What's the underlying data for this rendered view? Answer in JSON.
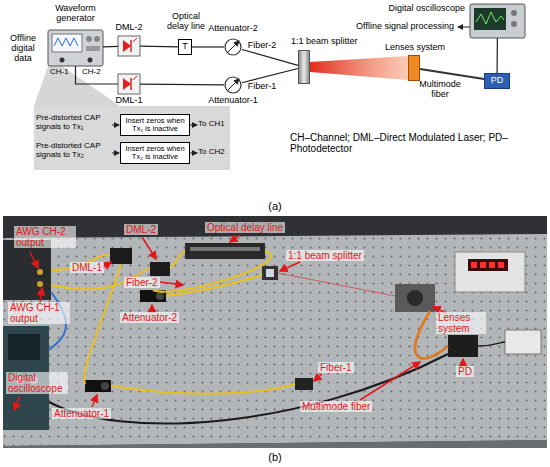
{
  "diagram": {
    "nodes": [
      {
        "text": [
          "Waveform generator"
        ]
      },
      {
        "text": [
          "DML-2"
        ]
      },
      {
        "text": [
          "DML-1"
        ]
      },
      {
        "text": [
          "Optical delay line",
          "T"
        ]
      },
      {
        "text": [
          "Attenuator-2"
        ]
      },
      {
        "text": [
          "Attenuator-1"
        ]
      },
      {
        "text": [
          "1:1 beam splitter"
        ]
      },
      {
        "text": [
          "Lenses system"
        ]
      },
      {
        "text": [
          "PD"
        ]
      },
      {
        "text": [
          "Digital oscilloscope"
        ]
      },
      {
        "text": [
          "Insert zeros when Tx₁ is inactive"
        ]
      },
      {
        "text": [
          "Insert zeros when Tx₂ is inactive"
        ]
      }
    ],
    "edges": [
      {
        "from": 0,
        "to": 1,
        "arrow": "none"
      },
      {
        "from": 0,
        "to": 2,
        "arrow": "none"
      },
      {
        "from": 1,
        "to": 3,
        "arrow": "none"
      },
      {
        "from": 3,
        "to": 4,
        "arrow": "none"
      },
      {
        "from": 2,
        "to": 5,
        "arrow": "none"
      },
      {
        "from": 4,
        "to": 6,
        "label": "Fiber-2",
        "arrow": "none"
      },
      {
        "from": 5,
        "to": 6,
        "label": "Fiber-1",
        "arrow": "none"
      },
      {
        "from": 7,
        "to": 8,
        "label": "Multimode fiber",
        "arrow": "none"
      },
      {
        "from": 8,
        "to": 9,
        "arrow": "none"
      }
    ],
    "labels": [
      "Offline digital data",
      "CH-1",
      "CH-2",
      "Offline signal processing",
      "Pre-distorted CAP signals to Tx₁",
      "To CH1",
      "Pre-distorted CAP signals to Tx₂",
      "To CH2",
      "CH–Channel; DML–Direct Modulated Laser; PD–Photodetector",
      "(a)",
      "AWG CH-2 output",
      "DML-2",
      "DML-1",
      "Optical delay line",
      "1:1 beam splitter",
      "Fiber-2",
      "AWG CH-1 output",
      "Attenuator-2",
      "Lenses system",
      "Digital oscilloscope",
      "Attenuator-1",
      "Fiber-1",
      "PD",
      "Multimode fiber",
      "(b)"
    ]
  }
}
